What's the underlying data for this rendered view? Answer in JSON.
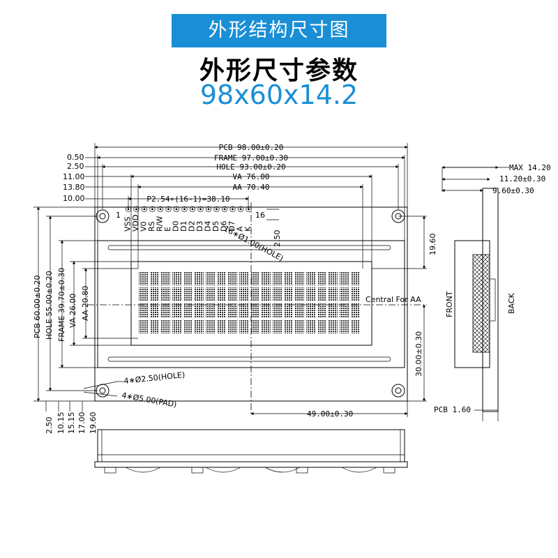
{
  "header": {
    "banner": "外形结构尺寸图",
    "subtitle": "外形尺寸参数",
    "size": "98x60x14.2"
  },
  "top_dims": {
    "pcb": "PCB 98.00±0.20",
    "frame": "FRAME 97.00±0.30",
    "hole": "HOLE 93.00±0.20",
    "va": "VA 76.00",
    "aa": "AA 70.40",
    "pitch": "P2.54∗(16-1)=38.10"
  },
  "left_offsets": [
    "0.50",
    "2.50",
    "11.00",
    "13.80",
    "10.00"
  ],
  "pins": {
    "first": "1",
    "last": "16",
    "labels": [
      "VSS",
      "VDD",
      "V0",
      "RS",
      "R/W",
      "E",
      "D0",
      "D1",
      "D2",
      "D3",
      "D4",
      "D5",
      "D6",
      "D7",
      "A",
      "K"
    ],
    "hole_note": "16∗Ø1.00(HOLE)",
    "pin_spacing": "2.50"
  },
  "right_dims": {
    "top_offset": "19.60",
    "center_offset": "30.00±0.30"
  },
  "center_note": "Central For AA",
  "vertical_dims": {
    "pcb": "PCB 60.00±0.20",
    "hole": "HOLE 55.00±0.20",
    "frame": "FRAME 39.70±0.30",
    "va": "VA 26.00",
    "aa": "AA 20.80"
  },
  "bottom_offsets": [
    "2.50",
    "10.15",
    "15.15",
    "17.00",
    "19.60"
  ],
  "mount": {
    "hole": "4∗Ø2.50(HOLE)",
    "pad": "4∗Ø5.00(PAD)"
  },
  "bottom_dim": "49.00±0.30",
  "side": {
    "max": "MAX 14.20",
    "d1": "11.20±0.30",
    "d2": "9.60±0.30",
    "front": "FRONT",
    "back": "BACK",
    "pcb": "PCB 1.60"
  }
}
